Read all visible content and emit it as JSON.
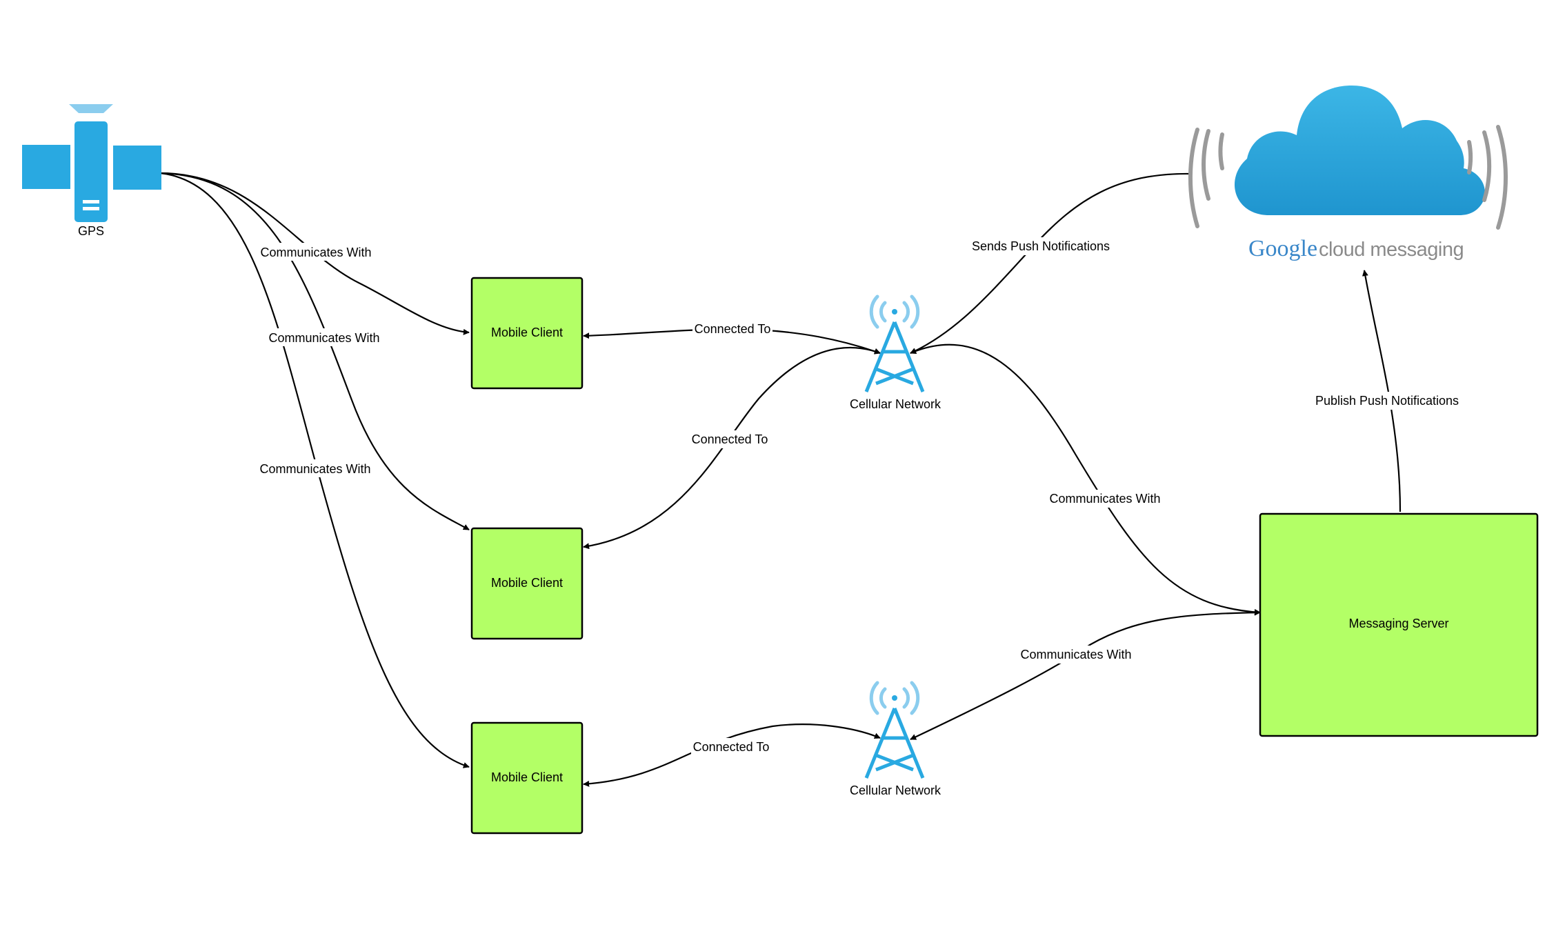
{
  "nodes": {
    "gps": "GPS",
    "mobile_client_1": "Mobile Client",
    "mobile_client_2": "Mobile Client",
    "mobile_client_3": "Mobile Client",
    "cell_network_1": "Cellular Network",
    "cell_network_2": "Cellular Network",
    "messaging_server": "Messaging Server",
    "gcm_logo": {
      "google": "Google",
      "cloud_messaging": "cloud messaging"
    }
  },
  "edges": {
    "gps_client1": "Communicates With",
    "gps_client2": "Communicates With",
    "gps_client3": "Communicates With",
    "client1_cell1": "Connected To",
    "client2_cell1": "Connected To",
    "client3_cell2": "Connected To",
    "cell1_server": "Communicates With",
    "cell2_server": "Communicates With",
    "gcm_cell1": "Sends Push Notifications",
    "server_gcm": "Publish Push Notifications"
  },
  "colors": {
    "node_fill": "#b3ff66",
    "icon_blue": "#29a9e1",
    "signal_blue": "#8bcdee",
    "cloud_blue": "#2ea6db",
    "wave_gray": "#9a9a9a"
  }
}
